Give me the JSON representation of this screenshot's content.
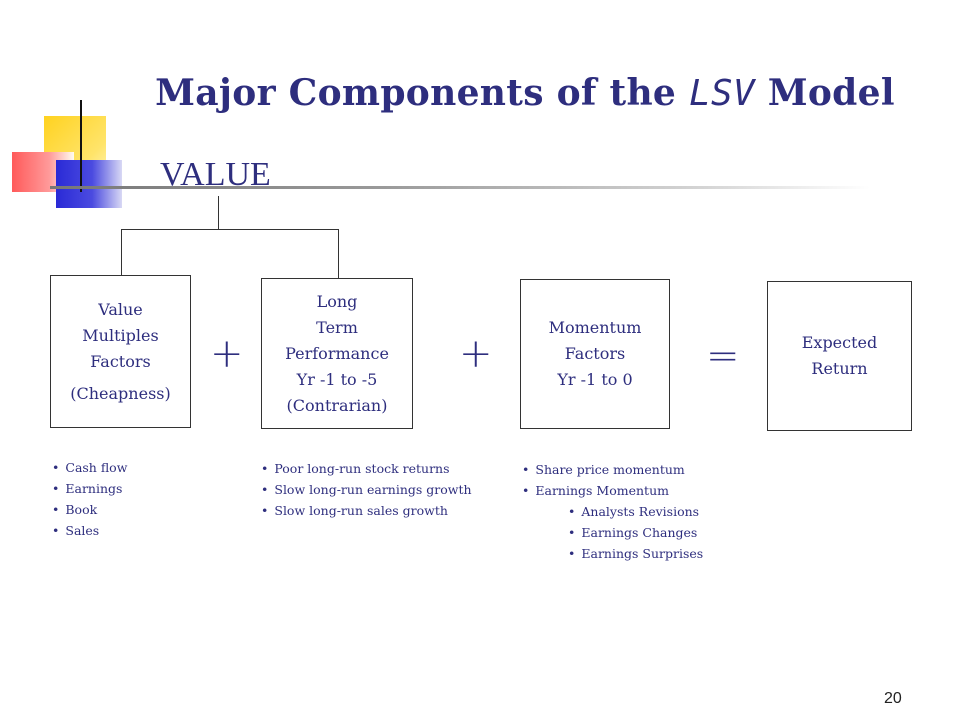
{
  "slide": {
    "title_pre": "Major Components of the ",
    "title_lsv": "LSV",
    "title_post": " Model",
    "subtitle": "VALUE",
    "page_number": "20"
  },
  "boxes": [
    {
      "lines": [
        "Value",
        "Multiples",
        "Factors"
      ],
      "note": "(Cheapness)"
    },
    {
      "lines": [
        "Long",
        "Term",
        "Performance",
        "Yr -1 to -5",
        "(Contrarian)"
      ]
    },
    {
      "lines": [
        "Momentum",
        "Factors",
        "Yr -1 to 0"
      ]
    },
    {
      "lines": [
        "Expected",
        "Return"
      ]
    }
  ],
  "operators": [
    "+",
    "+",
    "="
  ],
  "lists": {
    "value": [
      "Cash flow",
      "Earnings",
      "Book",
      "Sales"
    ],
    "long_term": [
      "Poor long-run stock returns",
      "Slow long-run earnings growth",
      "Slow long-run sales growth"
    ],
    "momentum": [
      "Share price momentum",
      "Earnings Momentum"
    ],
    "momentum_sub": [
      "Analysts Revisions",
      "Earnings Changes",
      "Earnings Surprises"
    ]
  }
}
